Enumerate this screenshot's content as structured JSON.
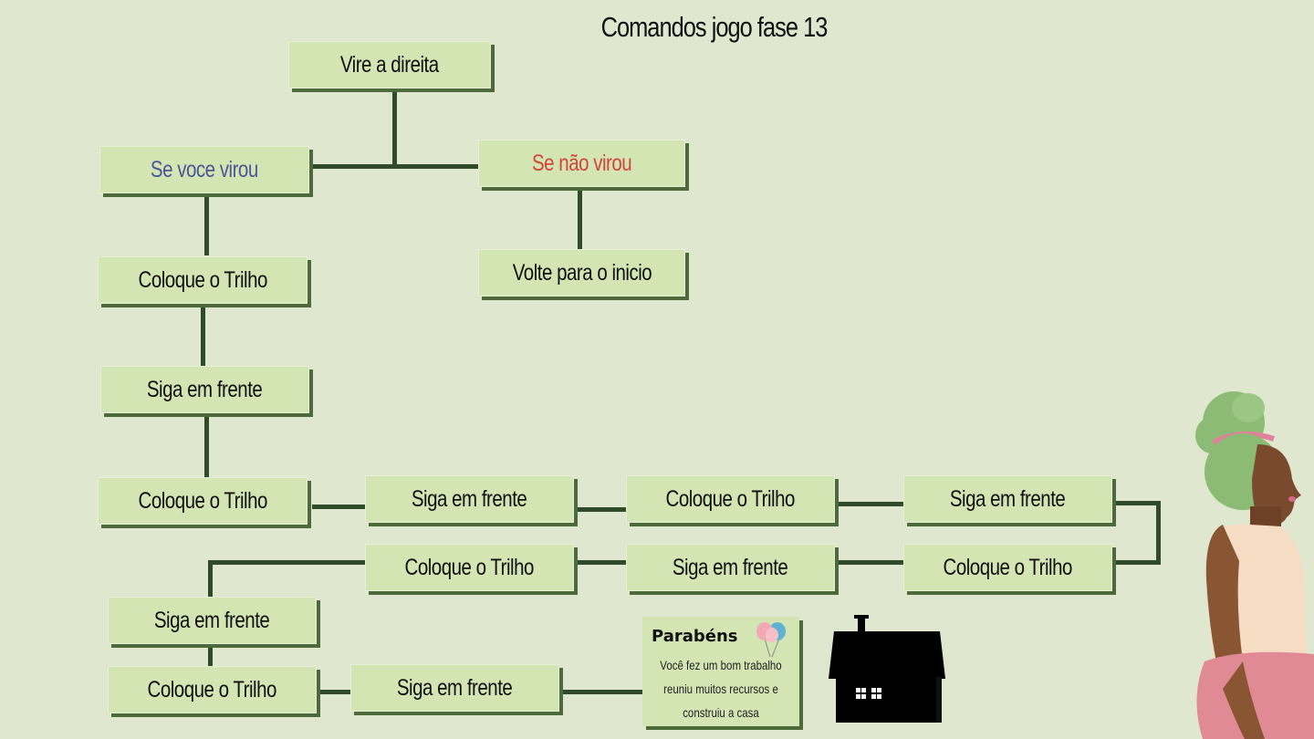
{
  "title": "Comandos jogo fase 13",
  "nodes": {
    "vire": "Vire a direita",
    "se_virou": "Se voce virou",
    "se_nao_virou": "Se não virou",
    "volte": "Volte para o inicio",
    "r1_trilho": "Coloque o Trilho",
    "r1_siga": "Siga em frente",
    "r2_trilho": "Coloque o Trilho",
    "r2_siga1": "Siga em frente",
    "r2_trilho2": "Coloque o Trilho",
    "r2_siga2": "Siga em frente",
    "r3_trilho1": "Coloque o Trilho",
    "r3_siga": "Siga em frente",
    "r3_trilho2": "Coloque o Trilho",
    "r4_siga": "Siga em frente",
    "r5_trilho": "Coloque o Trilho",
    "r5_siga": "Siga em frente"
  },
  "card": {
    "title": "Parabéns",
    "line1": "Você fez um bom trabalho",
    "line2": "reuniu muitos recursos e",
    "line3": "construiu a casa",
    "icon": "balloons-icon"
  },
  "decor": {
    "house": "house-icon",
    "woman": "woman-illustration"
  },
  "colors": {
    "background": "#dfe7cf",
    "box": "#d3e5b2",
    "connector": "#2f4b27",
    "shadow": "#4d6b3a",
    "virou_text": "#4a5697",
    "nao_virou_text": "#d4443a"
  }
}
